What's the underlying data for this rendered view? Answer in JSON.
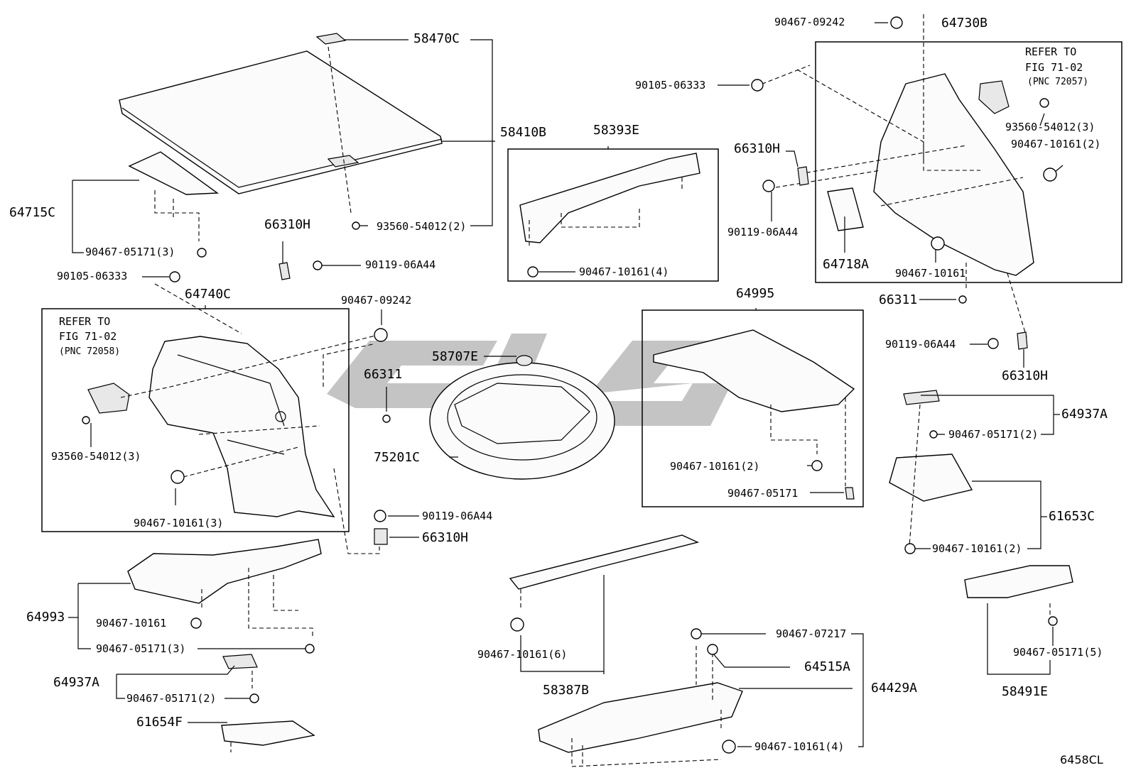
{
  "labels": {
    "p58470C": "58470C",
    "p58410B": "58410B",
    "p93560a": "93560-54012(2)",
    "p64715C": "64715C",
    "p90467_05171_3a": "90467-05171(3)",
    "p58393E": "58393E",
    "p90467_10161_4a": "90467-10161(4)",
    "p66310H_a": "66310H",
    "p90119_a": "90119-06A44",
    "p90105_a": "90105-06333",
    "p64740C": "64740C",
    "refer_a_1": "REFER TO",
    "refer_a_2": "FIG 71-02",
    "refer_a_3": "(PNC 72058)",
    "p93560b": "93560-54012(3)",
    "p90467_10161_3": "90467-10161(3)",
    "p90467_09242_a": "90467-09242",
    "p58707E": "58707E",
    "p66311_a": "66311",
    "p75201C": "75201C",
    "p90119_b": "90119-06A44",
    "p66310H_b": "66310H",
    "p90467_09242_b": "90467-09242",
    "p64730B": "64730B",
    "p90105_b": "90105-06333",
    "refer_b_1": "REFER TO",
    "refer_b_2": "FIG 71-02",
    "refer_b_3": "(PNC 72057)",
    "p93560c": "93560-54012(3)",
    "p90467_10161_2a": "90467-10161(2)",
    "p66310H_c": "66310H",
    "p90119_c": "90119-06A44",
    "p64718A": "64718A",
    "p90467_10161_b": "90467-10161",
    "p66311_b": "66311",
    "p90119_d": "90119-06A44",
    "p66310H_d": "66310H",
    "p64995": "64995",
    "p90467_10161_2b": "90467-10161(2)",
    "p90467_05171_a": "90467-05171",
    "p64937A_a": "64937A",
    "p90467_05171_2a": "90467-05171(2)",
    "p61653C": "61653C",
    "p90467_10161_2c": "90467-10161(2)",
    "p64993": "64993",
    "p90467_10161_c": "90467-10161",
    "p90467_05171_3b": "90467-05171(3)",
    "p64937A_b": "64937A",
    "p90467_05171_2b": "90467-05171(2)",
    "p61654F": "61654F",
    "p90467_10161_6": "90467-10161(6)",
    "p58387B": "58387B",
    "p90467_07217": "90467-07217",
    "p64515A": "64515A",
    "p64429A": "64429A",
    "p90467_10161_4b": "90467-10161(4)",
    "p58491E": "58491E",
    "p90467_05171_5": "90467-05171(5)",
    "diagram_code": "6458CL"
  }
}
